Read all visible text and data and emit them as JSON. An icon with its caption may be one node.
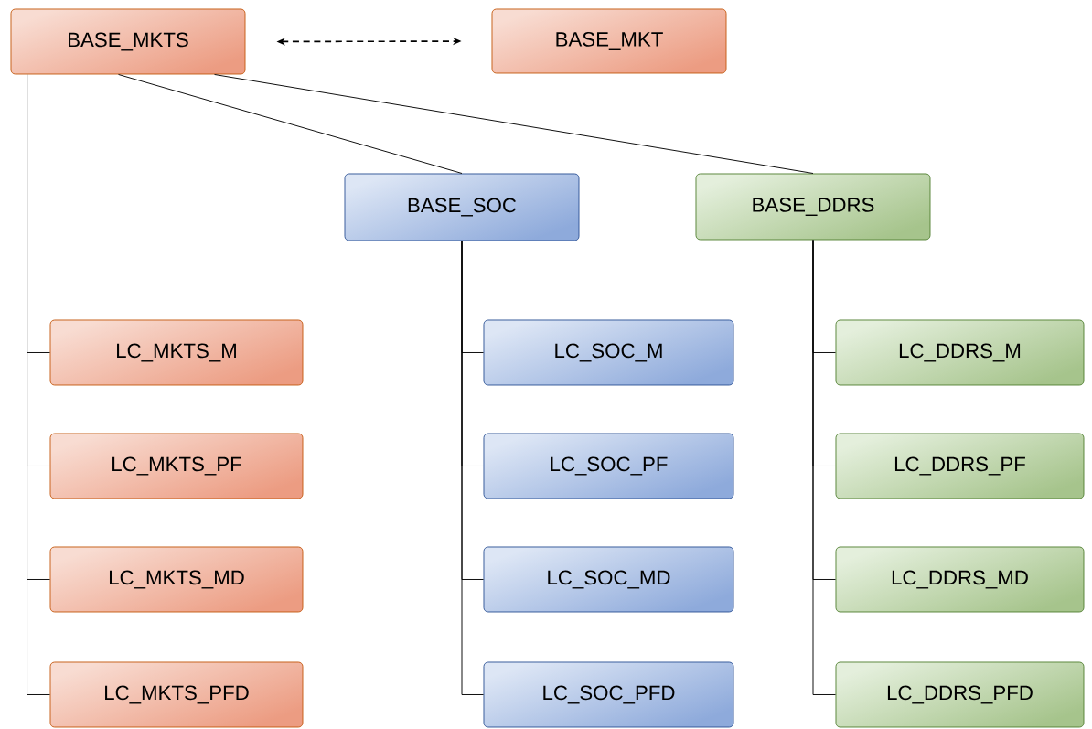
{
  "diagram": {
    "nodes": [
      {
        "text": [
          "BASE_MKTS"
        ]
      },
      {
        "text": [
          "BASE_MKT"
        ]
      },
      {
        "text": [
          "BASE_SOC"
        ]
      },
      {
        "text": [
          "BASE_DDRS"
        ]
      },
      {
        "text": [
          "LC_MKTS_M"
        ]
      },
      {
        "text": [
          "LC_MKTS_PF"
        ]
      },
      {
        "text": [
          "LC_MKTS_MD"
        ]
      },
      {
        "text": [
          "LC_MKTS_PFD"
        ]
      },
      {
        "text": [
          "LC_SOC_M"
        ]
      },
      {
        "text": [
          "LC_SOC_PF"
        ]
      },
      {
        "text": [
          "LC_SOC_MD"
        ]
      },
      {
        "text": [
          "LC_SOC_PFD"
        ]
      },
      {
        "text": [
          "LC_DDRS_M"
        ]
      },
      {
        "text": [
          "LC_DDRS_PF"
        ]
      },
      {
        "text": [
          "LC_DDRS_MD"
        ]
      },
      {
        "text": [
          "LC_DDRS_PFD"
        ]
      }
    ],
    "edges": [
      {
        "from": 0,
        "to": 1,
        "arrow": "both",
        "style": "dashed"
      },
      {
        "from": 0,
        "to": 2,
        "arrow": "none"
      },
      {
        "from": 0,
        "to": 3,
        "arrow": "none"
      },
      {
        "from": 0,
        "to": 4,
        "arrow": "none"
      },
      {
        "from": 0,
        "to": 5,
        "arrow": "none"
      },
      {
        "from": 0,
        "to": 6,
        "arrow": "none"
      },
      {
        "from": 0,
        "to": 7,
        "arrow": "none"
      },
      {
        "from": 2,
        "to": 8,
        "arrow": "none"
      },
      {
        "from": 2,
        "to": 9,
        "arrow": "none"
      },
      {
        "from": 2,
        "to": 10,
        "arrow": "none"
      },
      {
        "from": 2,
        "to": 11,
        "arrow": "none"
      },
      {
        "from": 3,
        "to": 12,
        "arrow": "none"
      },
      {
        "from": 3,
        "to": 13,
        "arrow": "none"
      },
      {
        "from": 3,
        "to": 14,
        "arrow": "none"
      },
      {
        "from": 3,
        "to": 15,
        "arrow": "none"
      }
    ]
  }
}
